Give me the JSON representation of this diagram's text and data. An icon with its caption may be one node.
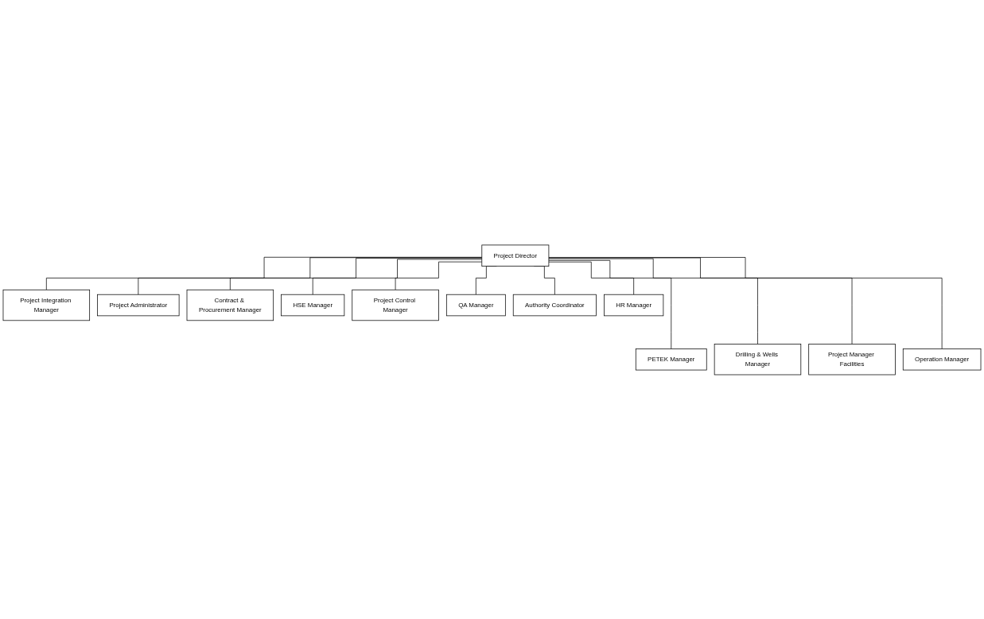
{
  "diagram": {
    "nodes": [
      {
        "text": [
          "Project Director"
        ]
      },
      {
        "text": [
          "Project Integration Manager"
        ]
      },
      {
        "text": [
          "Project Administrator"
        ]
      },
      {
        "text": [
          "Contract & Procurement Manager"
        ]
      },
      {
        "text": [
          "HSE Manager"
        ]
      },
      {
        "text": [
          "Project Control Manager"
        ]
      },
      {
        "text": [
          "QA Manager"
        ]
      },
      {
        "text": [
          "Authority Coordinator"
        ]
      },
      {
        "text": [
          "HR Manager"
        ]
      },
      {
        "text": [
          "PETEK Manager"
        ]
      },
      {
        "text": [
          "Drilling & Wells Manager"
        ]
      },
      {
        "text": [
          "Project Manager Facilities"
        ]
      },
      {
        "text": [
          "Operation Manager"
        ]
      }
    ],
    "edges": [
      {
        "from": 0,
        "to": 1,
        "arrow": "none"
      },
      {
        "from": 0,
        "to": 2,
        "arrow": "none"
      },
      {
        "from": 0,
        "to": 3,
        "arrow": "none"
      },
      {
        "from": 0,
        "to": 4,
        "arrow": "none"
      },
      {
        "from": 0,
        "to": 5,
        "arrow": "none"
      },
      {
        "from": 0,
        "to": 6,
        "arrow": "none"
      },
      {
        "from": 0,
        "to": 7,
        "arrow": "none"
      },
      {
        "from": 0,
        "to": 8,
        "arrow": "none"
      },
      {
        "from": 0,
        "to": 9,
        "arrow": "none"
      },
      {
        "from": 0,
        "to": 10,
        "arrow": "none"
      },
      {
        "from": 0,
        "to": 11,
        "arrow": "none"
      },
      {
        "from": 0,
        "to": 12,
        "arrow": "none"
      }
    ]
  }
}
